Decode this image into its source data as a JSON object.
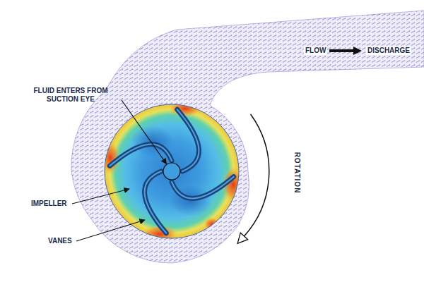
{
  "diagram": {
    "labels": [
      "FLOW",
      "DISCHARGE",
      "FLUID ENTERS FROM SUCTION EYE",
      "ROTATION",
      "IMPELLER",
      "VANES"
    ]
  }
}
